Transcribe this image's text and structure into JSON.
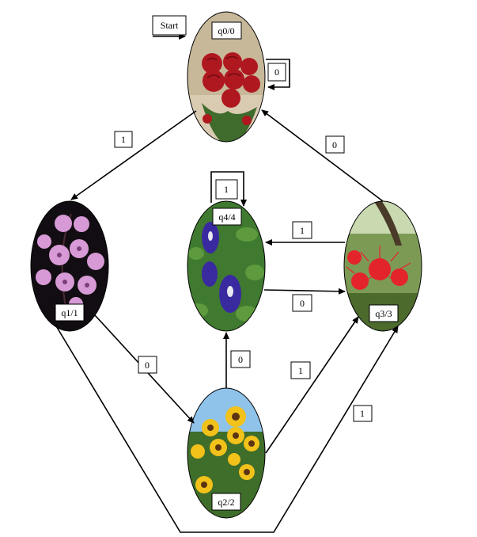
{
  "start_label": "Start",
  "states": [
    {
      "id": "q0",
      "label": "q0/0",
      "flower": "red roses",
      "colors": {
        "bg": "#c8b89a",
        "petal": "#b01820",
        "leaf": "#3f6b2c"
      }
    },
    {
      "id": "q1",
      "label": "q1/1",
      "flower": "pink orchids",
      "colors": {
        "bg": "#120d12",
        "petal": "#d79ad6",
        "leaf": "#7a3f7a"
      }
    },
    {
      "id": "q2",
      "label": "q2/2",
      "flower": "sunflowers",
      "colors": {
        "bg": "#8fc3ea",
        "petal": "#f2c21a",
        "leaf": "#3f6d2a"
      }
    },
    {
      "id": "q3",
      "label": "q3/3",
      "flower": "red spider lily",
      "colors": {
        "bg": "#7d9a55",
        "petal": "#e3242b",
        "leaf": "#4b6a2c"
      }
    },
    {
      "id": "q4",
      "label": "q4/4",
      "flower": "butterfly pea",
      "colors": {
        "bg": "#3f7a30",
        "petal": "#3a2aa0",
        "leaf": "#5e9a3e"
      }
    }
  ],
  "transitions": [
    {
      "from": "q0",
      "to": "q0",
      "symbol": "0"
    },
    {
      "from": "q0",
      "to": "q1",
      "symbol": "1"
    },
    {
      "from": "q3",
      "to": "q0",
      "symbol": "0"
    },
    {
      "from": "q4",
      "to": "q4",
      "symbol": "1"
    },
    {
      "from": "q3",
      "to": "q4",
      "symbol": "1"
    },
    {
      "from": "q4",
      "to": "q3",
      "symbol": "0"
    },
    {
      "from": "q1",
      "to": "q2",
      "symbol": "0"
    },
    {
      "from": "q2",
      "to": "q4",
      "symbol": "0"
    },
    {
      "from": "q2",
      "to": "q3",
      "symbol": "1"
    },
    {
      "from": "q1",
      "to": "q3",
      "symbol": "1"
    }
  ]
}
